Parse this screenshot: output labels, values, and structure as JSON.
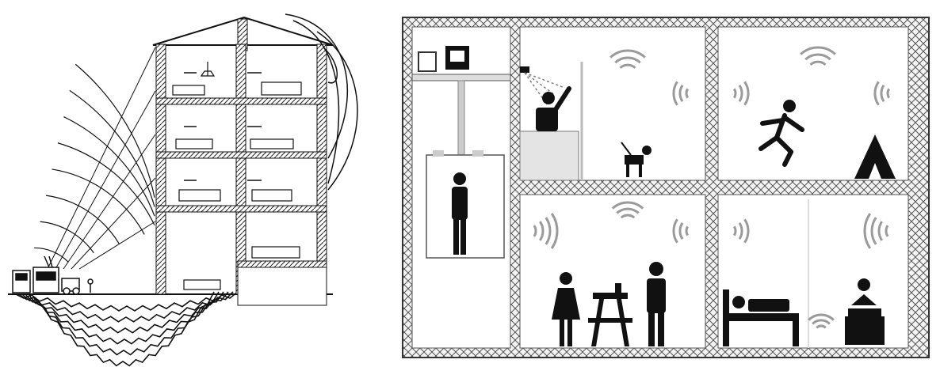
{
  "colors": {
    "ink": "#111111",
    "wall": "#888888",
    "wall_dark": "#444444",
    "floor_fill": "#cfcfcf",
    "wave": "#9a9a9a",
    "paper": "#ffffff",
    "counter_fill": "#e4e4e4"
  },
  "left_panel": {
    "subject": "building-cross-section-with-external-vibration-sources",
    "floors": 4,
    "sources": [
      "tram",
      "bus",
      "car",
      "pedestrian"
    ],
    "wave_arcs": 8,
    "ground_waves": 6
  },
  "right_panel": {
    "subject": "room-cross-section-showing-noise-between-rooms",
    "rooms": [
      {
        "id": "elevator",
        "icons": [
          "standing-person-icon",
          "box-icon",
          "fan-icon"
        ]
      },
      {
        "id": "upper-left-room",
        "icons": [
          "sprinkler-icon",
          "person-at-counter-icon",
          "dog-icon"
        ]
      },
      {
        "id": "upper-right-room",
        "icons": [
          "running-person-icon",
          "tent-icon"
        ]
      },
      {
        "id": "lower-left-room",
        "icons": [
          "woman-icon",
          "picnic-table-icon",
          "man-icon"
        ]
      },
      {
        "id": "lower-right-room",
        "icons": [
          "bed-person-icon",
          "reading-person-icon"
        ]
      }
    ]
  }
}
